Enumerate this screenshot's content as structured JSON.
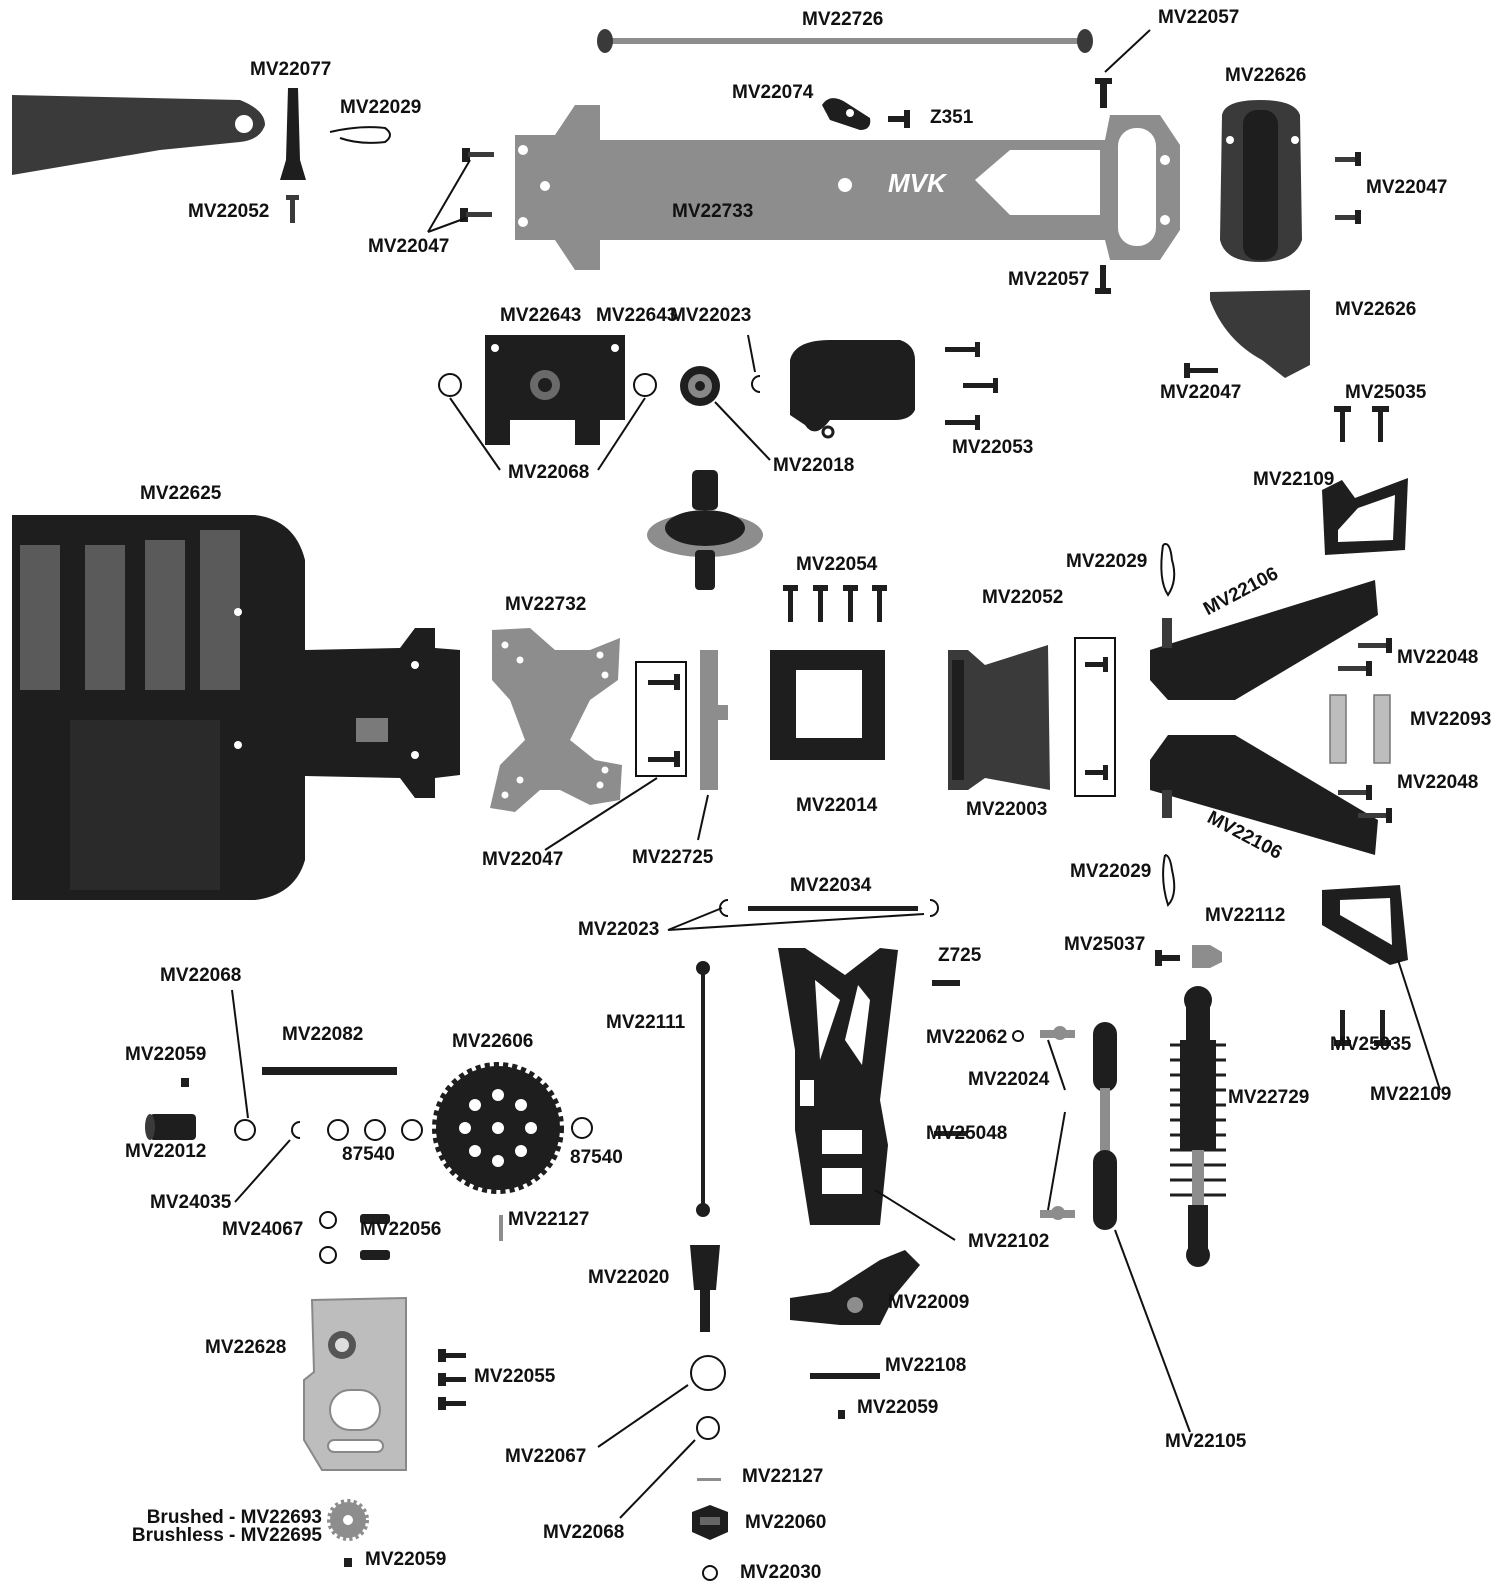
{
  "labels": {
    "mv22726": "MV22726",
    "mv22057_top": "MV22057",
    "mv22077": "MV22077",
    "mv22029_top": "MV22029",
    "mv22074": "MV22074",
    "z351": "Z351",
    "mv22626_top": "MV22626",
    "mv22047_right": "MV22047",
    "mv22052_top": "MV22052",
    "mv22733": "MV22733",
    "mv22047_left": "MV22047",
    "mv22057_bottom": "MV22057",
    "mv22643_a": "MV22643",
    "mv22643_b": "MV22643",
    "mv22023_top": "MV22023",
    "mv22626_mid": "MV22626",
    "mv22047_mid": "MV22047",
    "mv25035_top": "MV25035",
    "mv22068_top": "MV22068",
    "mv22018": "MV22018",
    "mv22053": "MV22053",
    "mv22625": "MV22625",
    "mv22109_top": "MV22109",
    "mv22054": "MV22054",
    "mv22029_mid": "MV22029",
    "mv22052_mid": "MV22052",
    "mv22106_top": "MV22106",
    "mv22732": "MV22732",
    "mv22048_top": "MV22048",
    "mv22093": "MV22093",
    "mv22048_bottom": "MV22048",
    "mv22014": "MV22014",
    "mv22003": "MV22003",
    "mv22106_bottom": "MV22106",
    "mv22047_lower": "MV22047",
    "mv22725": "MV22725",
    "mv22029_lower": "MV22029",
    "mv22034": "MV22034",
    "mv22112": "MV22112",
    "mv22023_lower": "MV22023",
    "mv25037": "MV25037",
    "z725": "Z725",
    "mv22068_left": "MV22068",
    "mv22082": "MV22082",
    "mv22111": "MV22111",
    "mv22062": "MV22062",
    "mv22606": "MV22606",
    "mv22059_left": "MV22059",
    "mv25035_bottom": "MV25035",
    "mv22024": "MV22024",
    "mv22729": "MV22729",
    "mv22109_bottom": "MV22109",
    "mv22012": "MV22012",
    "p87540_a": "87540",
    "p87540_b": "87540",
    "mv25048": "MV25048",
    "mv24035": "MV24035",
    "mv24067": "MV24067",
    "mv22056": "MV22056",
    "mv22127_mid": "MV22127",
    "mv22102": "MV22102",
    "mv22020": "MV22020",
    "mv22009": "MV22009",
    "mv22628": "MV22628",
    "mv22055": "MV22055",
    "mv22108": "MV22108",
    "mv22059_mid": "MV22059",
    "mv22105": "MV22105",
    "mv22067": "MV22067",
    "mv22127_bottom": "MV22127",
    "brushed": "Brushed - MV22693",
    "brushless": "Brushless - MV22695",
    "mv22068_bottom": "MV22068",
    "mv22060": "MV22060",
    "mv22059_bottom": "MV22059",
    "mv22030": "MV22030"
  },
  "logo": "MVK",
  "colors": {
    "part_dark": "#1e1e1e",
    "part_mid": "#3a3a3a",
    "part_light": "#8d8d8d",
    "label": "#111111"
  }
}
